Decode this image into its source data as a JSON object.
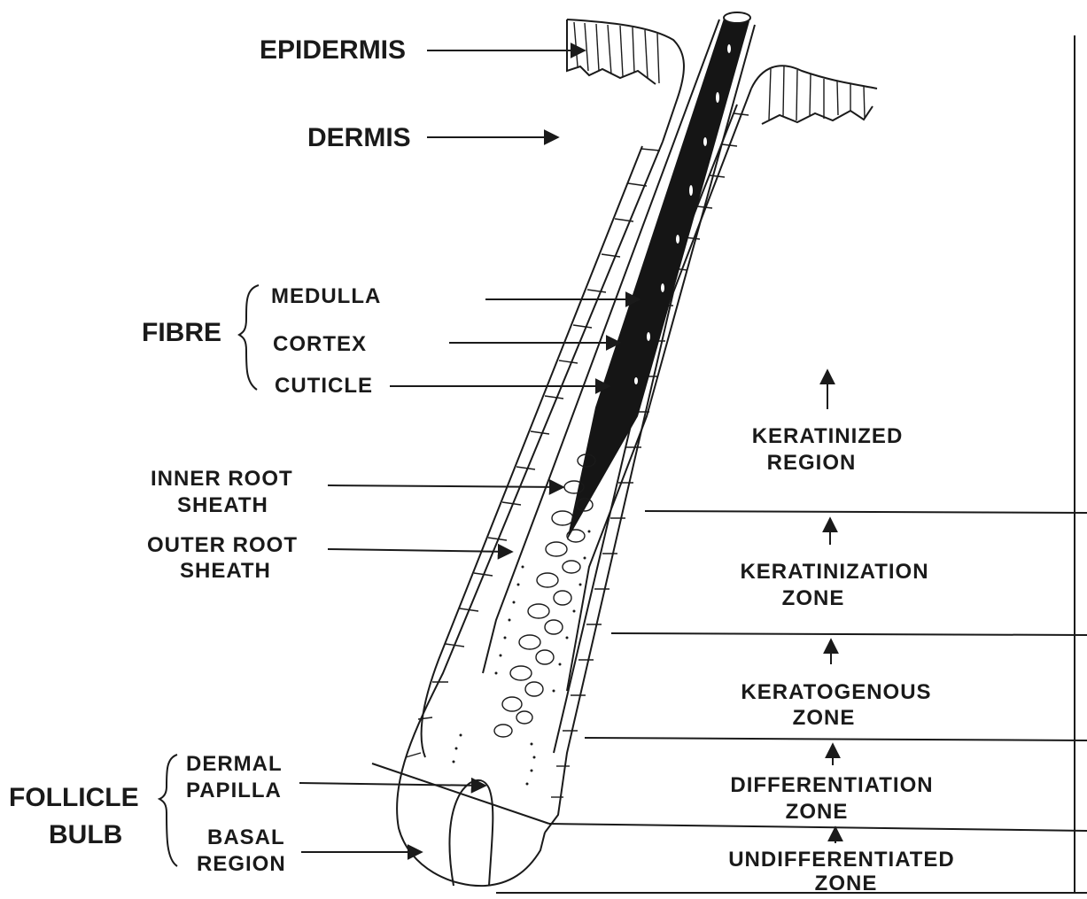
{
  "labels": {
    "epidermis": "EPIDERMIS",
    "dermis": "DERMIS",
    "fibre": "FIBRE",
    "medulla": "MEDULLA",
    "cortex": "CORTEX",
    "cuticle": "CUTICLE",
    "inner_root_sheath": [
      "INNER ROOT",
      "SHEATH"
    ],
    "outer_root_sheath": [
      "OUTER ROOT",
      "SHEATH"
    ],
    "follicle_bulb": [
      "FOLLICLE",
      "BULB"
    ],
    "dermal_papilla": [
      "DERMAL",
      "PAPILLA"
    ],
    "basal_region": [
      "BASAL",
      "REGION"
    ]
  },
  "zones": [
    [
      "KERATINIZED",
      "REGION"
    ],
    [
      "KERATINIZATION",
      "ZONE"
    ],
    [
      "KERATOGENOUS",
      "ZONE"
    ],
    [
      "DIFFERENTIATION",
      "ZONE"
    ],
    [
      "UNDIFFERENTIATED",
      "ZONE"
    ]
  ]
}
